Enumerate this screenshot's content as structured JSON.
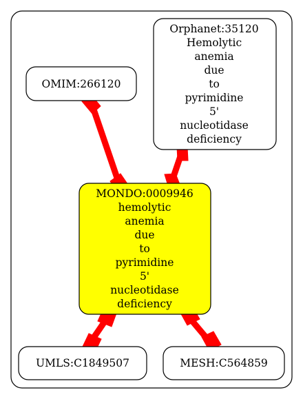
{
  "colors": {
    "edge": "#ff0000",
    "center_fill": "#ffff00",
    "node_fill": "#ffffff",
    "stroke": "#000000"
  },
  "nodes": {
    "center": {
      "lines": [
        "MONDO:0009946",
        "hemolytic",
        "anemia",
        "due",
        "to",
        "pyrimidine",
        "5'",
        "nucleotidase",
        "deficiency"
      ]
    },
    "orphanet": {
      "lines": [
        "Orphanet:35120",
        "Hemolytic",
        "anemia",
        "due",
        "to",
        "pyrimidine",
        "5'",
        "nucleotidase",
        "deficiency"
      ]
    },
    "omim": {
      "lines": [
        "OMIM:266120"
      ]
    },
    "umls": {
      "lines": [
        "UMLS:C1849507"
      ]
    },
    "mesh": {
      "lines": [
        "MESH:C564859"
      ]
    }
  }
}
